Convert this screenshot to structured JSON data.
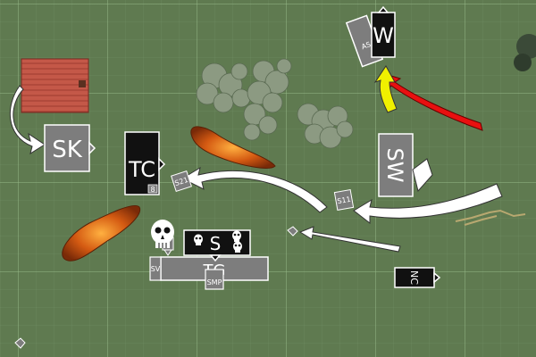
{
  "board": {
    "colors": {
      "grass": "#5f7a50",
      "grid": "#96b987",
      "unit_dark": "#111111",
      "unit_grey": "#7d7d7d",
      "arrow_white": "#ffffff",
      "arrow_red": "#e81010",
      "arrow_yellow": "#f0f000",
      "fire": "#d05010",
      "house_roof": "#c85a4a"
    },
    "units": {
      "sk": "SK",
      "tc": "TC",
      "tc_tag": "8",
      "w": "W",
      "as": "AS",
      "sw": "SW",
      "s": "S",
      "tg": "TG",
      "sv": "SV",
      "smp": "SMP",
      "nc": "NC",
      "s_marker": "S",
      "s11": "S11",
      "s21": "S21"
    },
    "icons": [
      "skull-icon",
      "cannon-ball-icon",
      "tree-icon",
      "house-icon",
      "fire-template-icon"
    ]
  }
}
